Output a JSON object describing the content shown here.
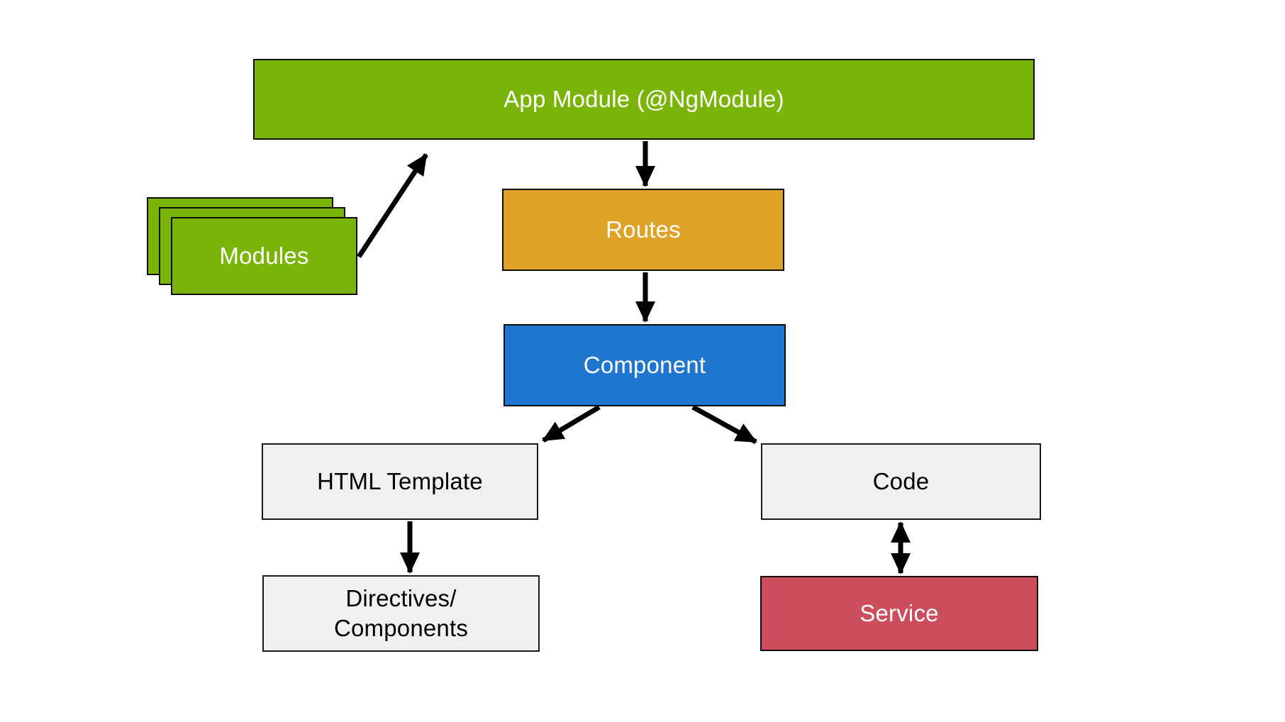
{
  "diagram": {
    "nodes": {
      "app_module": {
        "label": "App Module (@NgModule)",
        "fill": "#7ab408",
        "text_color": "#ffffff"
      },
      "modules": {
        "label": "Modules",
        "fill": "#7ab408",
        "text_color": "#ffffff",
        "stack_count": 3
      },
      "routes": {
        "label": "Routes",
        "fill": "#dfa228",
        "text_color": "#ffffff"
      },
      "component": {
        "label": "Component",
        "fill": "#1f76ce",
        "text_color": "#ffffff"
      },
      "html_template": {
        "label": "HTML Template",
        "fill": "#f0f0f0",
        "text_color": "#000000"
      },
      "code": {
        "label": "Code",
        "fill": "#f0f0f0",
        "text_color": "#000000"
      },
      "directives_components": {
        "lines": [
          "Directives/",
          "Components"
        ],
        "fill": "#f0f0f0",
        "text_color": "#000000"
      },
      "service": {
        "label": "Service",
        "fill": "#cc4e5d",
        "text_color": "#ffffff"
      }
    },
    "edges": [
      {
        "from": "app_module",
        "to": "routes",
        "style": "arrow"
      },
      {
        "from": "routes",
        "to": "component",
        "style": "arrow"
      },
      {
        "from": "component",
        "to": "html_template",
        "style": "arrow"
      },
      {
        "from": "component",
        "to": "code",
        "style": "arrow"
      },
      {
        "from": "html_template",
        "to": "directives_components",
        "style": "arrow"
      },
      {
        "from": "code",
        "to": "service",
        "style": "double-arrow"
      },
      {
        "from": "modules",
        "to": "app_module",
        "style": "arrow"
      }
    ],
    "colors": {
      "background": "#ffffff",
      "edge": "#000000",
      "border": "#0d0d0d"
    }
  }
}
